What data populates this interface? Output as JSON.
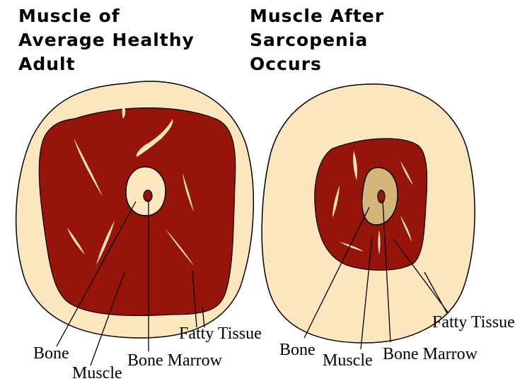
{
  "left_panel": {
    "title_lines": [
      "Muscle of",
      "Average Healthy",
      "Adult"
    ],
    "labels": {
      "bone": "Bone",
      "muscle": "Muscle",
      "bone_marrow": "Bone Marrow",
      "fatty_tissue": "Fatty Tissue"
    }
  },
  "right_panel": {
    "title_lines": [
      "Muscle After",
      "Sarcopenia",
      "Occurs"
    ],
    "labels": {
      "bone": "Bone",
      "muscle": "Muscle",
      "bone_marrow": "Bone Marrow",
      "fatty_tissue": "Fatty Tissue"
    }
  },
  "colors": {
    "fat": "#fbe6bd",
    "muscle": "#961409",
    "bone_healthy": "#fbe6bd",
    "bone_sarcopenia": "#d4b57a",
    "marrow": "#961409",
    "outline": "#000000"
  }
}
